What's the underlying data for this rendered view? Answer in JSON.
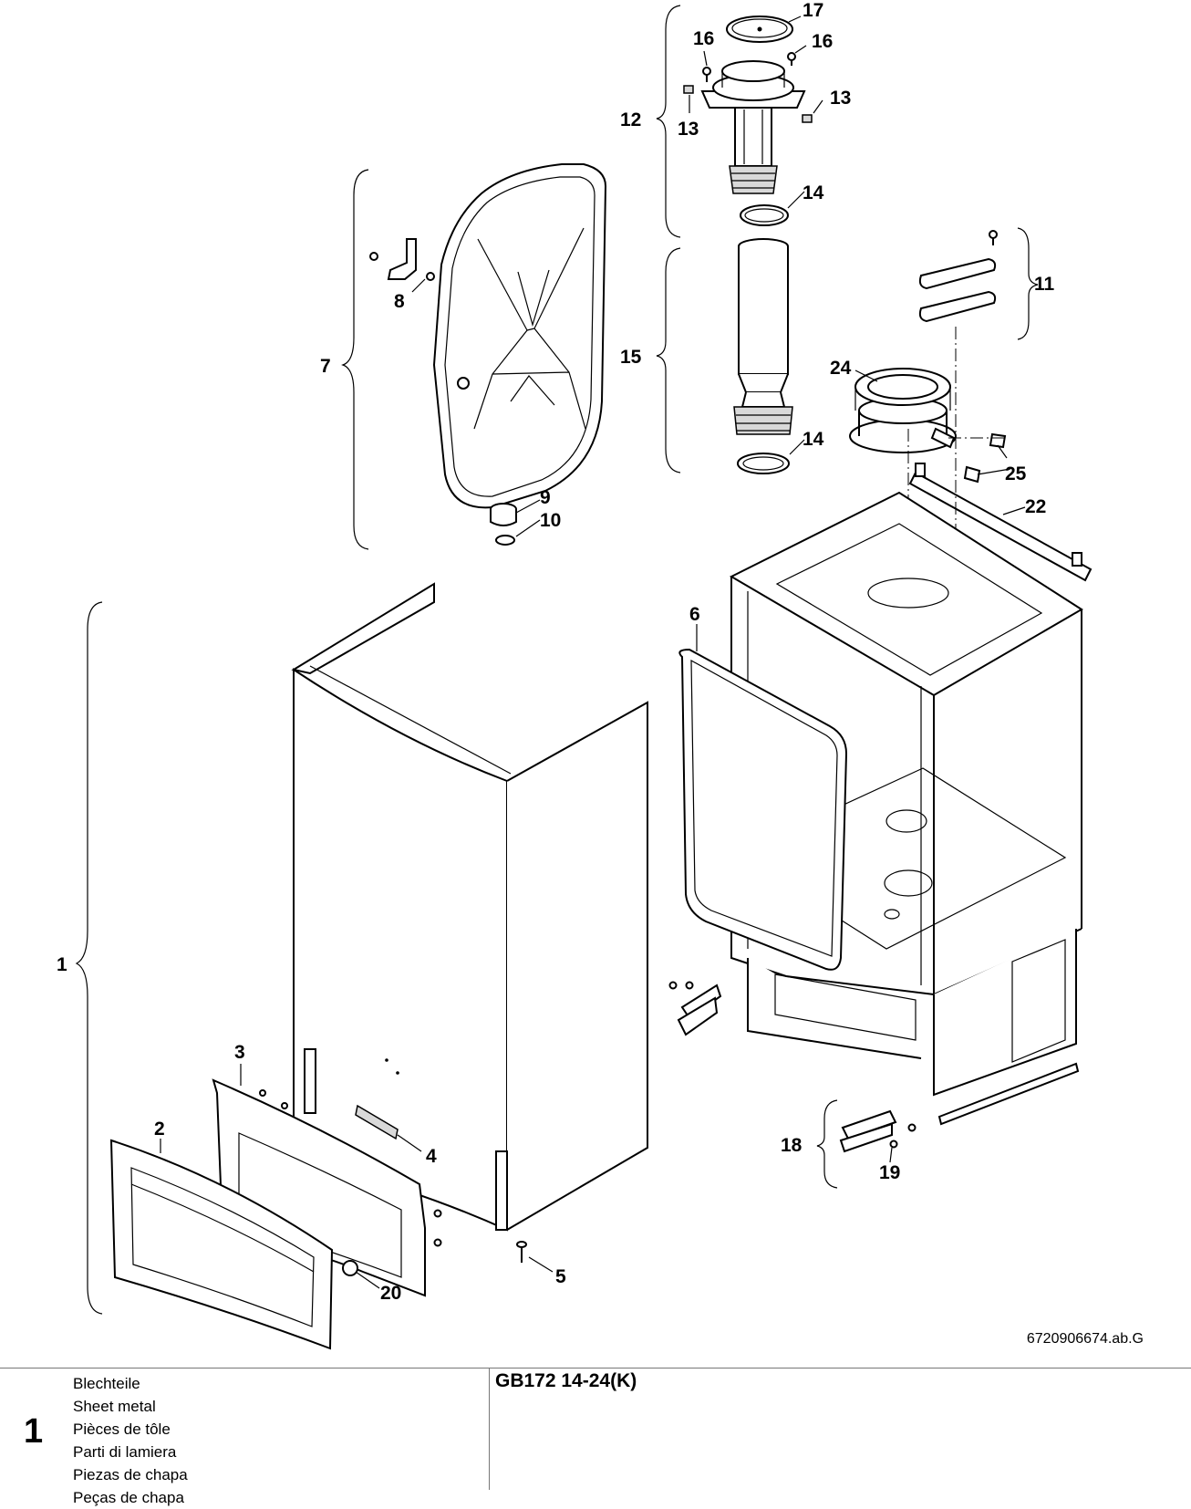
{
  "diagram": {
    "part_labels": [
      "1",
      "2",
      "3",
      "4",
      "5",
      "6",
      "7",
      "8",
      "9",
      "10",
      "11",
      "12",
      "13",
      "13",
      "14",
      "14",
      "15",
      "16",
      "16",
      "17",
      "18",
      "19",
      "20",
      "22",
      "24",
      "25"
    ],
    "drawing_ref": "6720906674.ab.G"
  },
  "footer": {
    "figure_number": "1",
    "names": [
      "Blechteile",
      "Sheet metal",
      "Pièces de tôle",
      "Parti di lamiera",
      "Piezas de chapa",
      "Peças de chapa"
    ],
    "model": "GB172 14-24(K)"
  }
}
